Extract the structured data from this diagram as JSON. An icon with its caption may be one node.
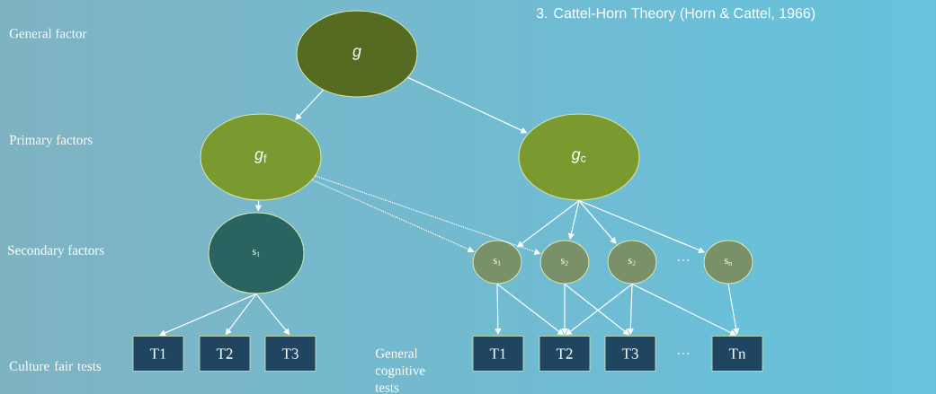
{
  "diagram": {
    "title": "3. Cattel-Horn Theory (Horn & Cattel, 1966)",
    "nodes": [
      {
        "text": [
          "*g*"
        ]
      },
      {
        "text": [
          "*g*$_{f}$"
        ]
      },
      {
        "text": [
          "*g*$_{c}$"
        ]
      },
      {
        "text": [
          "s$_{1}$"
        ]
      },
      {
        "text": [
          "s$_{1}$"
        ]
      },
      {
        "text": [
          "s$_{2}$"
        ]
      },
      {
        "text": [
          "s$_{2}$"
        ]
      },
      {
        "text": [
          "s$_{n}$"
        ]
      },
      {
        "text": [
          "T1"
        ]
      },
      {
        "text": [
          "T2"
        ]
      },
      {
        "text": [
          "T3"
        ]
      },
      {
        "text": [
          "T1"
        ]
      },
      {
        "text": [
          "T2"
        ]
      },
      {
        "text": [
          "T3"
        ]
      },
      {
        "text": [
          "Tn"
        ]
      }
    ],
    "edges": [
      {
        "from": 0,
        "to": 1,
        "arrow": "to"
      },
      {
        "from": 0,
        "to": 2,
        "arrow": "to"
      },
      {
        "from": 1,
        "to": 3,
        "arrow": "to"
      },
      {
        "from": 1,
        "to": 4,
        "arrow": "to",
        "style": "dashed"
      },
      {
        "from": 1,
        "to": 5,
        "arrow": "to",
        "style": "dashed"
      },
      {
        "from": 2,
        "to": 4,
        "arrow": "to"
      },
      {
        "from": 2,
        "to": 5,
        "arrow": "to"
      },
      {
        "from": 2,
        "to": 6,
        "arrow": "to"
      },
      {
        "from": 2,
        "to": 7,
        "arrow": "to"
      },
      {
        "from": 3,
        "to": 8,
        "arrow": "to"
      },
      {
        "from": 3,
        "to": 9,
        "arrow": "to"
      },
      {
        "from": 3,
        "to": 10,
        "arrow": "to"
      },
      {
        "from": 4,
        "to": 11,
        "arrow": "to"
      },
      {
        "from": 4,
        "to": 12,
        "arrow": "to"
      },
      {
        "from": 5,
        "to": 12,
        "arrow": "to"
      },
      {
        "from": 5,
        "to": 13,
        "arrow": "to"
      },
      {
        "from": 6,
        "to": 12,
        "arrow": "to"
      },
      {
        "from": 6,
        "to": 13,
        "arrow": "to"
      },
      {
        "from": 6,
        "to": 14,
        "arrow": "to"
      },
      {
        "from": 7,
        "to": 14,
        "arrow": "to"
      }
    ],
    "labels": [
      "General factor",
      "Primary factors",
      "Secondary factors",
      "…",
      "Culture fair tests",
      "General cognitive tests",
      "…"
    ]
  }
}
